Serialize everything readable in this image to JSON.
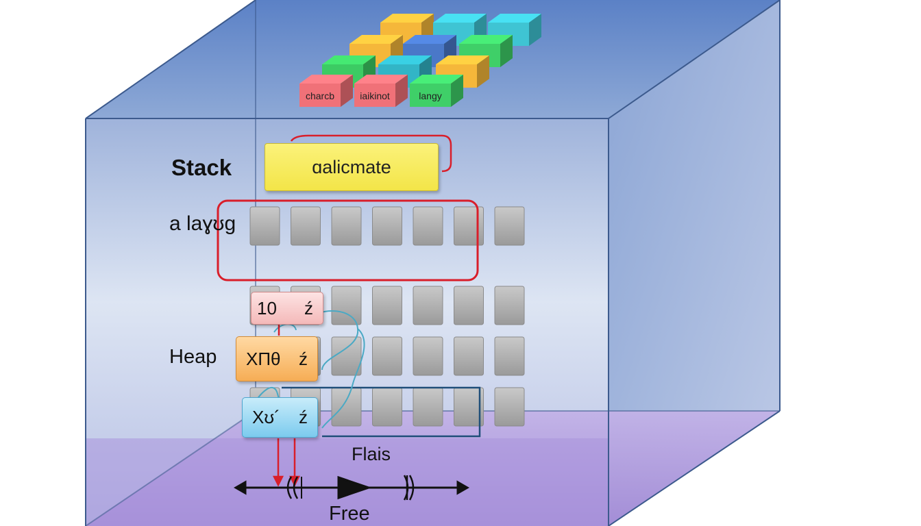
{
  "colors": {
    "box_top": "#6d8fcb",
    "box_front": "#b9c6e3",
    "box_floor": "#a990d9",
    "cell_gray": "#a9a9a9",
    "highlight_red": "#d91e2a",
    "note_yellow": "#f4e84f",
    "tag_pink": "#f6c6c6",
    "tag_orange": "#f8b45d",
    "tag_blue": "#8fd3f2",
    "link_teal": "#4aa9c4"
  },
  "labels": {
    "stack": "Stack",
    "a_layer": "a laɣʊɡ",
    "heap": "Heap",
    "flais": "Flais",
    "free": "Free"
  },
  "note": {
    "text": "ɑalicmate"
  },
  "top_blocks": [
    {
      "label": "",
      "color": "#f5b73a"
    },
    {
      "label": "",
      "color": "#3fc4d3"
    },
    {
      "label": "",
      "color": "#3fc4d3"
    },
    {
      "label": "",
      "color": "#f5b73a"
    },
    {
      "label": "",
      "color": "#4a78c8"
    },
    {
      "label": "",
      "color": "#3fcf68"
    },
    {
      "label": "",
      "color": "#3ccb63"
    },
    {
      "label": "",
      "color": "#32b5c6"
    },
    {
      "label": "",
      "color": "#f5b73a"
    },
    {
      "label": "charcb",
      "color": "#f07178"
    },
    {
      "label": "iaikinot",
      "color": "#f07178"
    },
    {
      "label": "langy",
      "color": "#3fcf68"
    }
  ],
  "tags": [
    {
      "main": "10",
      "suffix": "ź"
    },
    {
      "main": "XПθ",
      "suffix": "ź"
    },
    {
      "main": "Xʊ´",
      "suffix": "ź"
    }
  ],
  "grid": {
    "rows": 4,
    "cols": 7
  },
  "icons": [
    "play-arrow-icon",
    "double-bar-icon"
  ]
}
